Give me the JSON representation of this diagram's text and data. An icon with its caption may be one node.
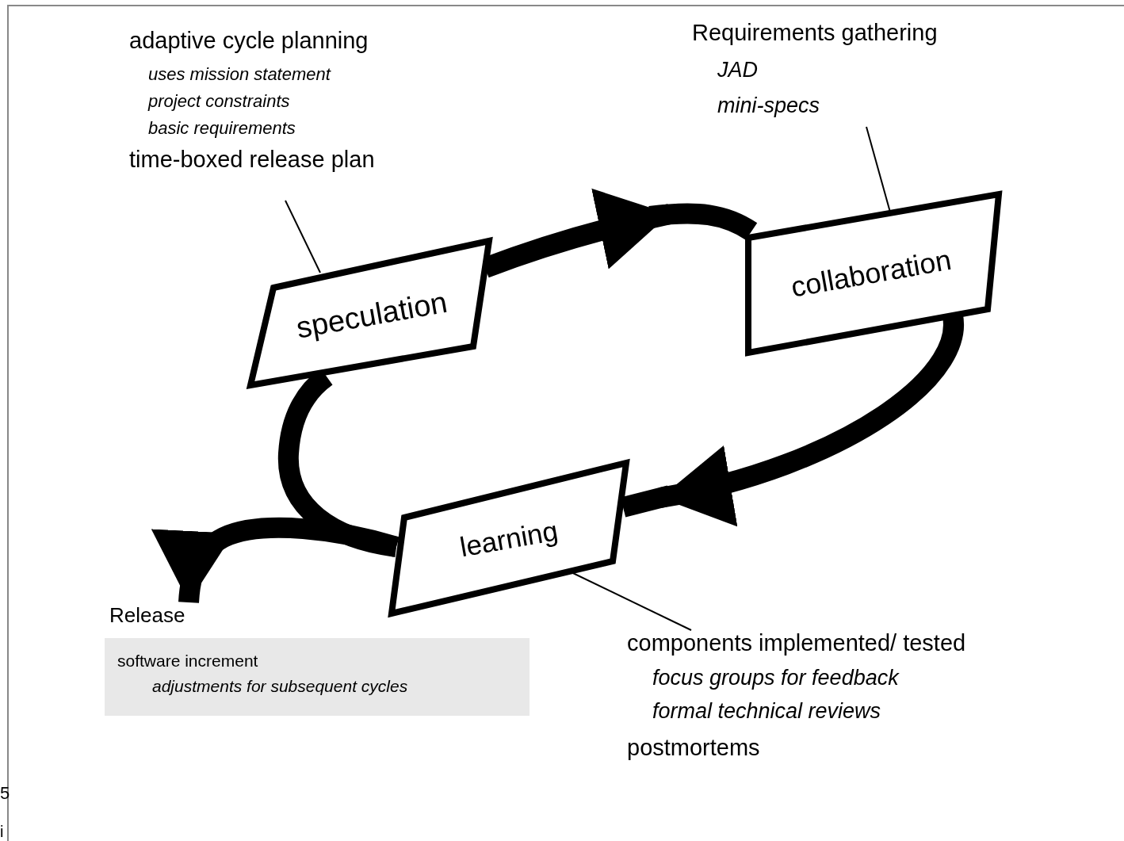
{
  "diagram": {
    "nodes": [
      {
        "text": [
          "adaptive cycle planning",
          "uses mission statement",
          "project constraints",
          "basic requirements",
          "time-boxed release plan"
        ]
      },
      {
        "text": [
          "speculation"
        ]
      },
      {
        "text": [
          "Requirements gathering",
          "JAD",
          "mini-specs"
        ]
      },
      {
        "text": [
          "collaboration"
        ]
      },
      {
        "text": [
          "learning"
        ]
      },
      {
        "text": [
          "components implemented/ tested",
          "focus groups for feedback",
          "formal technical reviews",
          "postmortems"
        ]
      },
      {
        "text": [
          "Release",
          "software increment",
          "adjustments for subsequent cycles"
        ]
      }
    ],
    "edges": [
      {
        "from": 1,
        "to": 3,
        "arrow": "to"
      },
      {
        "from": 3,
        "to": 4,
        "arrow": "to"
      },
      {
        "from": 4,
        "to": 1,
        "arrow": "none"
      },
      {
        "from": 4,
        "to": 6,
        "arrow": "to"
      },
      {
        "from": 0,
        "to": 1,
        "arrow": "none"
      },
      {
        "from": 2,
        "to": 3,
        "arrow": "none"
      },
      {
        "from": 5,
        "to": 4,
        "arrow": "none"
      }
    ],
    "labels": [
      "5",
      "i"
    ]
  }
}
